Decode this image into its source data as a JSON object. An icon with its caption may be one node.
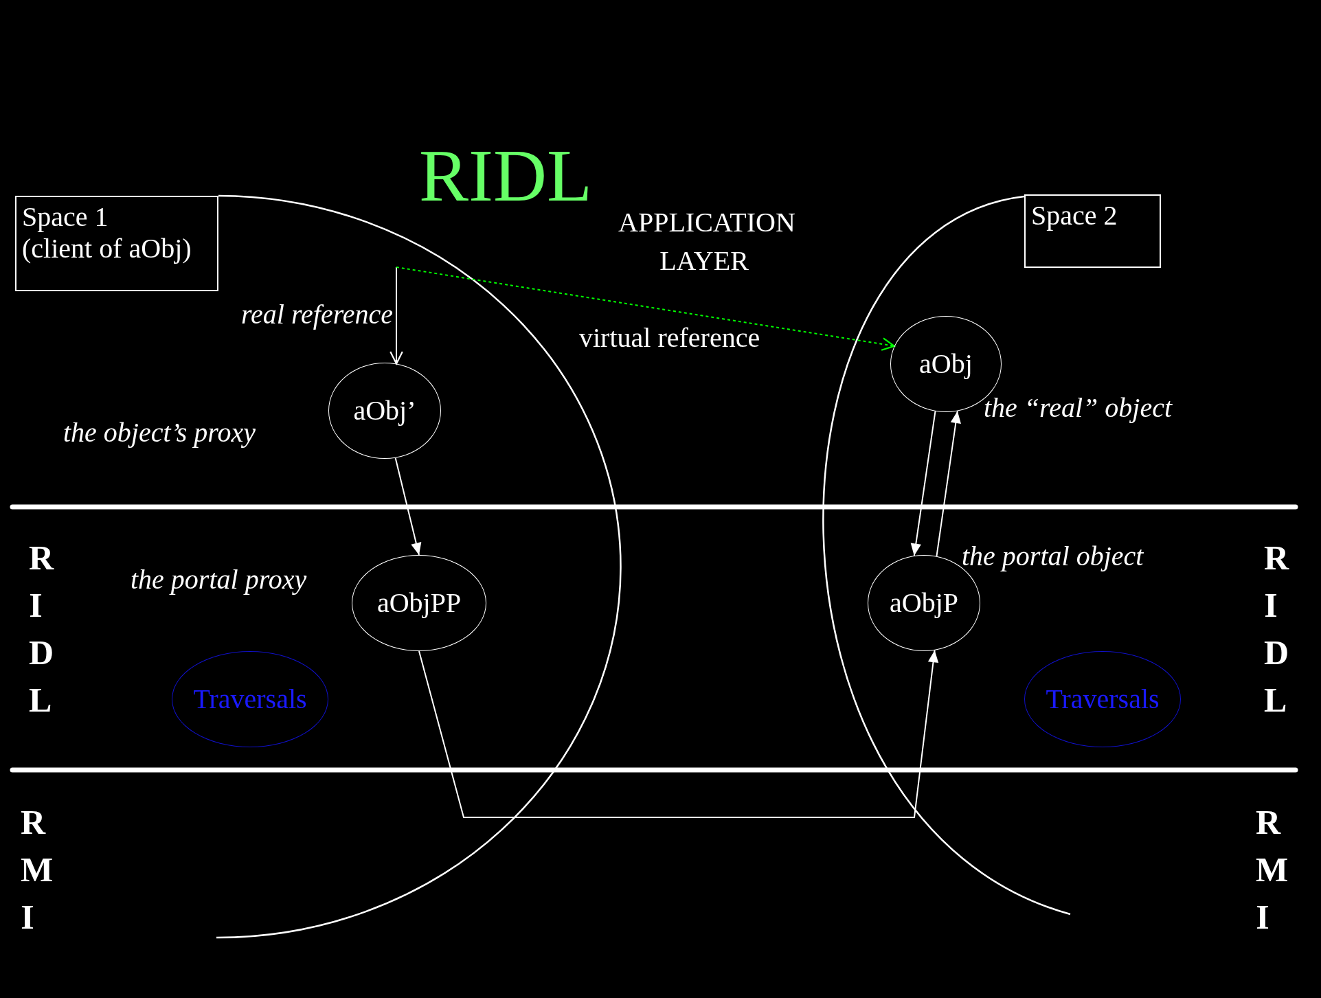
{
  "diagram": {
    "title": "RIDL",
    "nodes": [
      {
        "text": [
          "Space 1",
          "(client of aObj)"
        ]
      },
      {
        "text": [
          "Space 2"
        ]
      },
      {
        "text": [
          "aObj’"
        ],
        "beside": [
          "the object’s proxy"
        ]
      },
      {
        "text": [
          "aObj"
        ],
        "beside": [
          "the “real” object"
        ]
      },
      {
        "text": [
          "aObjPP"
        ],
        "beside": [
          "the portal proxy"
        ]
      },
      {
        "text": [
          "aObjP"
        ],
        "beside": [
          "the portal object"
        ]
      },
      {
        "text": [
          "Traversals"
        ]
      },
      {
        "text": [
          "Traversals"
        ]
      }
    ],
    "edges": [
      {
        "from": null,
        "to": 2,
        "arrow": "to",
        "label": "real reference"
      },
      {
        "from": null,
        "to": 3,
        "arrow": "to",
        "label": "virtual reference",
        "style": "dashed",
        "color": "#00ff00"
      },
      {
        "from": 2,
        "to": 4,
        "arrow": "to"
      },
      {
        "from": 3,
        "to": 5,
        "arrow": "to"
      },
      {
        "from": 5,
        "to": 3,
        "arrow": "to"
      },
      {
        "from": 4,
        "to": 5,
        "arrow": "to"
      }
    ],
    "labels": [
      "APPLICATION LAYER",
      "RIDL",
      "RIDL",
      "RMI",
      "RMI"
    ]
  }
}
